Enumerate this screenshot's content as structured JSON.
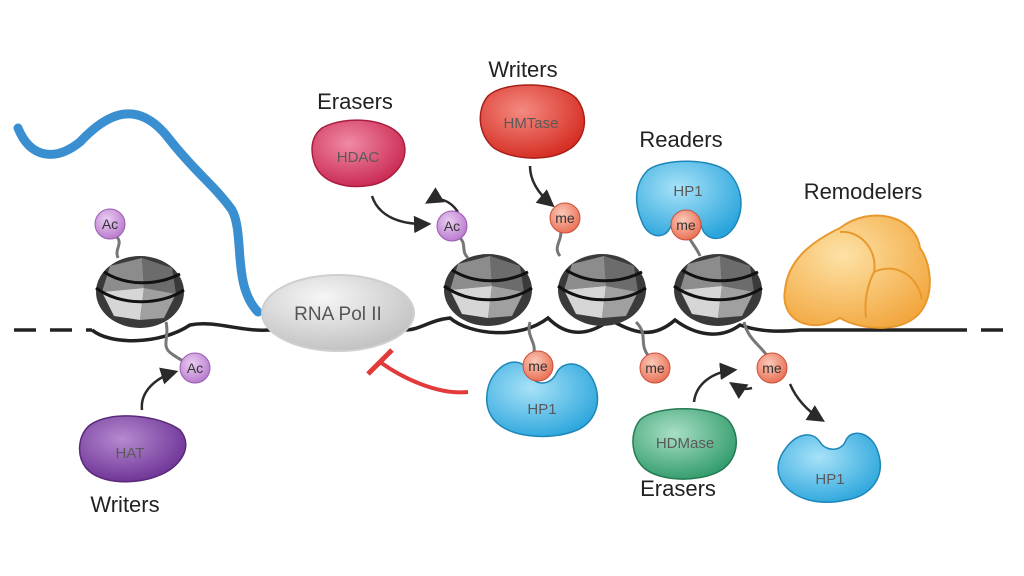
{
  "labels": {
    "writers_left": "Writers",
    "writers_top": "Writers",
    "erasers_top": "Erasers",
    "erasers_bottom": "Erasers",
    "readers": "Readers",
    "remodelers": "Remodelers"
  },
  "enzymes": {
    "hat": "HAT",
    "hdac": "HDAC",
    "hmtase": "HMTase",
    "hp1_reader": "HP1",
    "hp1_bound": "HP1",
    "hdmase": "HDMase",
    "hp1_released": "HP1"
  },
  "marks": {
    "ac": "Ac",
    "me": "me"
  },
  "rna_pol": "RNA Pol II",
  "colors": {
    "hat": "#7b3fa0",
    "hdac": "#d93a62",
    "hmtase": "#e33a2e",
    "hp1": "#3bb6e8",
    "hdmase": "#3aa779",
    "remodeler": "#f6b24a",
    "ac_mark": "#c58ad6",
    "me_mark": "#f08a70",
    "rna_strand": "#3a8fd0",
    "inhibition": "#e23a3a"
  }
}
